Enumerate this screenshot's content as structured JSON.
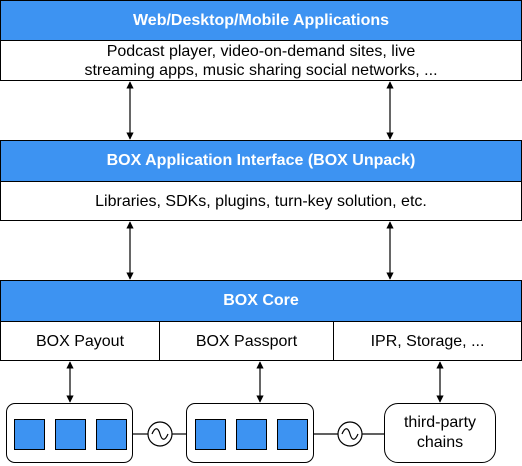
{
  "layers": [
    {
      "title": "Web/Desktop/Mobile Applications",
      "body_line1": "Podcast player, video-on-demand sites, live",
      "body_line2": "streaming apps, music sharing social networks, ..."
    },
    {
      "title": "BOX Application Interface (BOX Unpack)",
      "body": "Libraries, SDKs, plugins, turn-key solution, etc."
    },
    {
      "title": "BOX Core",
      "cells": [
        "BOX Payout",
        "BOX Passport",
        "IPR, Storage, ..."
      ]
    }
  ],
  "bottom": {
    "third_party_line1": "third-party",
    "third_party_line2": "chains"
  },
  "colors": {
    "header_fill": "#3d93f2",
    "block_fill": "#3d93f2",
    "stroke": "#000000"
  },
  "icons": [
    "double-arrow-icon",
    "ac-connector-icon"
  ]
}
